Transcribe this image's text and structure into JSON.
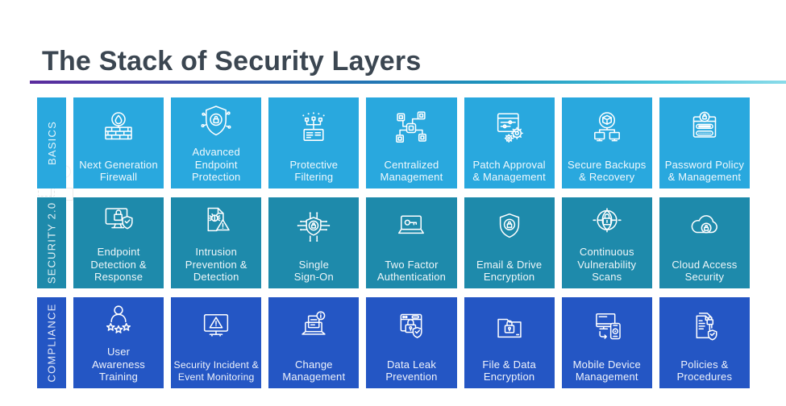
{
  "title": "The Stack of Security Layers",
  "title_color": "#3b4651",
  "underline_gradient": [
    "#5b2a9d",
    "#1e96bd",
    "#8adbe9"
  ],
  "rows": [
    {
      "label": "BASICS",
      "color": "#29a8de",
      "tiles": [
        {
          "icon": "firewall-flame-icon",
          "label": "Next Generation\nFirewall"
        },
        {
          "icon": "shield-lock-nodes-icon",
          "label": "Advanced\nEndpoint\nProtection"
        },
        {
          "icon": "filter-network-document-icon",
          "label": "Protective\nFiltering"
        },
        {
          "icon": "centralized-network-icon",
          "label": "Centralized\nManagement"
        },
        {
          "icon": "window-sliders-gears-icon",
          "label": "Patch Approval\n& Management"
        },
        {
          "icon": "backup-cube-monitors-icon",
          "label": "Secure Backups\n& Recovery"
        },
        {
          "icon": "password-window-lock-icon",
          "label": "Password Policy\n& Management"
        }
      ]
    },
    {
      "label": "SECURITY 2.0",
      "color": "#1e8aab",
      "tiles": [
        {
          "icon": "monitor-lock-shield-icon",
          "label": "Endpoint\nDetection &\nResponse"
        },
        {
          "icon": "document-bug-warning-icon",
          "label": "Intrusion\nPrevention &\nDetection"
        },
        {
          "icon": "sso-lock-circuit-icon",
          "label": "Single\nSign-On"
        },
        {
          "icon": "laptop-key-icon",
          "label": "Two Factor\nAuthentication"
        },
        {
          "icon": "shield-padlock-icon",
          "label": "Email & Drive\nEncryption"
        },
        {
          "icon": "globe-padlock-icon",
          "label": "Continuous\nVulnerability\nScans"
        },
        {
          "icon": "cloud-padlock-icon",
          "label": "Cloud Access\nSecurity"
        }
      ]
    },
    {
      "label": "COMPLIANCE",
      "color": "#2456c4",
      "tiles": [
        {
          "icon": "person-stars-icon",
          "label": "User\nAwareness\nTraining"
        },
        {
          "icon": "monitor-warning-icon",
          "label": "Security Incident &\nEvent Monitoring"
        },
        {
          "icon": "laptop-document-info-icon",
          "label": "Change\nManagement"
        },
        {
          "icon": "browser-padlock-shield-icon",
          "label": "Data Leak\nPrevention"
        },
        {
          "icon": "folder-padlock-icon",
          "label": "File & Data\nEncryption"
        },
        {
          "icon": "monitor-phone-sync-icon",
          "label": "Mobile Device\nManagement"
        },
        {
          "icon": "document-lock-shield-icon",
          "label": "Policies &\nProcedures"
        }
      ]
    }
  ]
}
